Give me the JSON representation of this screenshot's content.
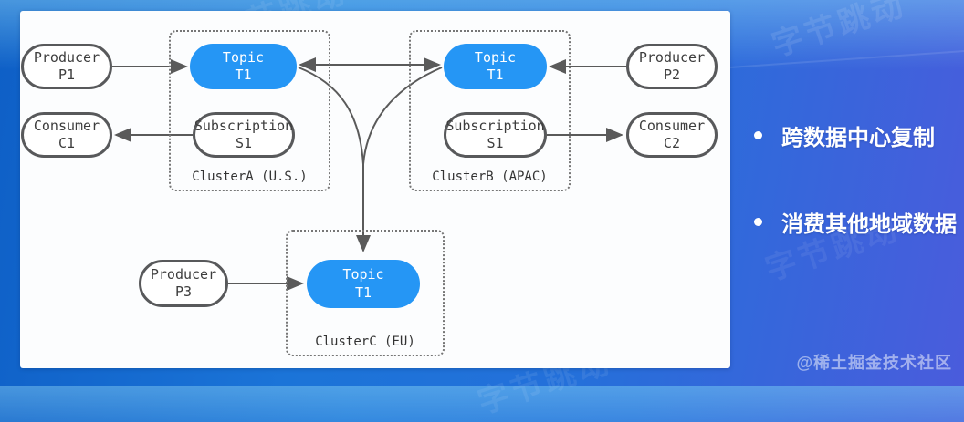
{
  "diagram": {
    "clusters": {
      "a": {
        "label": "ClusterA (U.S.)"
      },
      "b": {
        "label": "ClusterB (APAC)"
      },
      "c": {
        "label": "ClusterC (EU)"
      }
    },
    "nodes": {
      "producer_p1": {
        "title": "Producer",
        "id": "P1"
      },
      "consumer_c1": {
        "title": "Consumer",
        "id": "C1"
      },
      "topic_a": {
        "title": "Topic",
        "id": "T1"
      },
      "subscription_a": {
        "title": "Subscription",
        "id": "S1"
      },
      "topic_b": {
        "title": "Topic",
        "id": "T1"
      },
      "subscription_b": {
        "title": "Subscription",
        "id": "S1"
      },
      "producer_p2": {
        "title": "Producer",
        "id": "P2"
      },
      "consumer_c2": {
        "title": "Consumer",
        "id": "C2"
      },
      "producer_p3": {
        "title": "Producer",
        "id": "P3"
      },
      "topic_c": {
        "title": "Topic",
        "id": "T1"
      }
    }
  },
  "notes": {
    "bullets": [
      "跨数据中心复制",
      "消费其他地域数据"
    ]
  },
  "watermarks": {
    "community": "@稀土掘金技术社区",
    "background": "字节跳动"
  },
  "colors": {
    "topic_fill": "#2596F5",
    "node_border": "#58595B",
    "arrow": "#5A5A5A",
    "bullet_text": "#FFFFFF",
    "panel_bg": "#FCFDFE",
    "bg_gradient_start": "#0E5FC6",
    "bg_gradient_end": "#4A5CDC"
  }
}
